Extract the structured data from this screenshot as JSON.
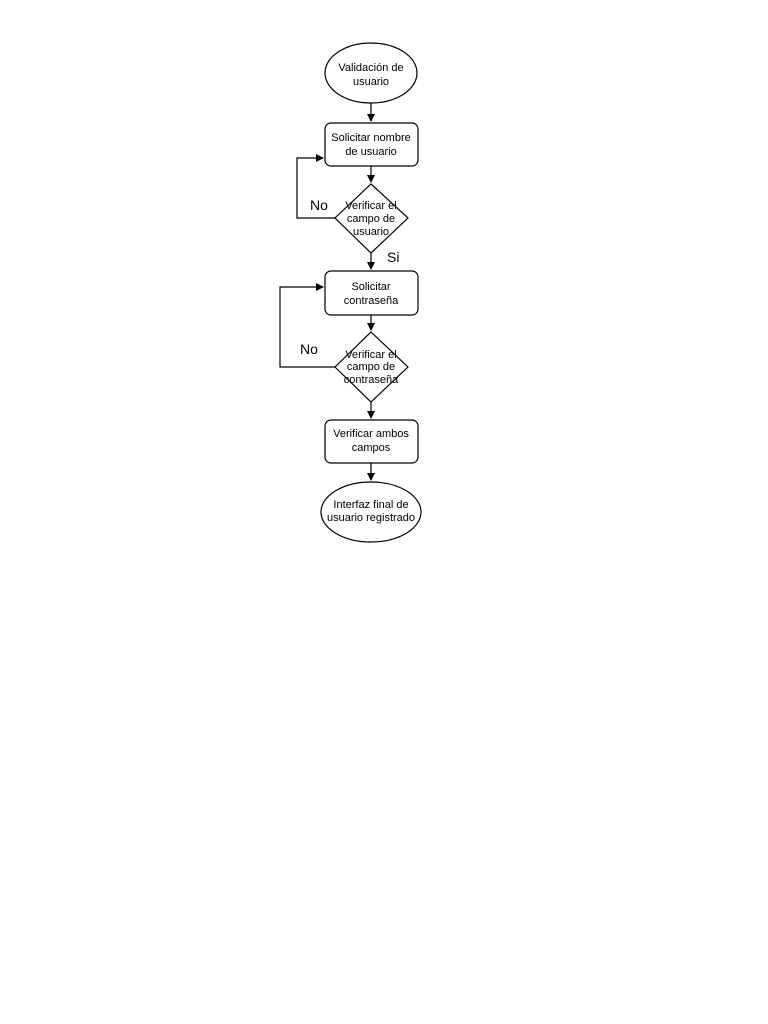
{
  "diagram": {
    "nodes": {
      "start": {
        "line1": "Validación de",
        "line2": "usuario"
      },
      "ask_username": {
        "line1": "Solicitar nombre",
        "line2": "de usuario"
      },
      "check_username": {
        "line1": "Verificar el",
        "line2": "campo de",
        "line3": "usuario"
      },
      "ask_password": {
        "line1": "Solicitar",
        "line2": "contraseña"
      },
      "check_password": {
        "line1": "Verificar el",
        "line2": "campo de",
        "line3": "contraseña"
      },
      "verify_both": {
        "line1": "Verificar ambos",
        "line2": "campos"
      },
      "end": {
        "line1": "Interfaz final de",
        "line2": "usuario registrado"
      }
    },
    "edge_labels": {
      "username_no": "No",
      "username_yes": "Si",
      "password_no": "No"
    }
  }
}
